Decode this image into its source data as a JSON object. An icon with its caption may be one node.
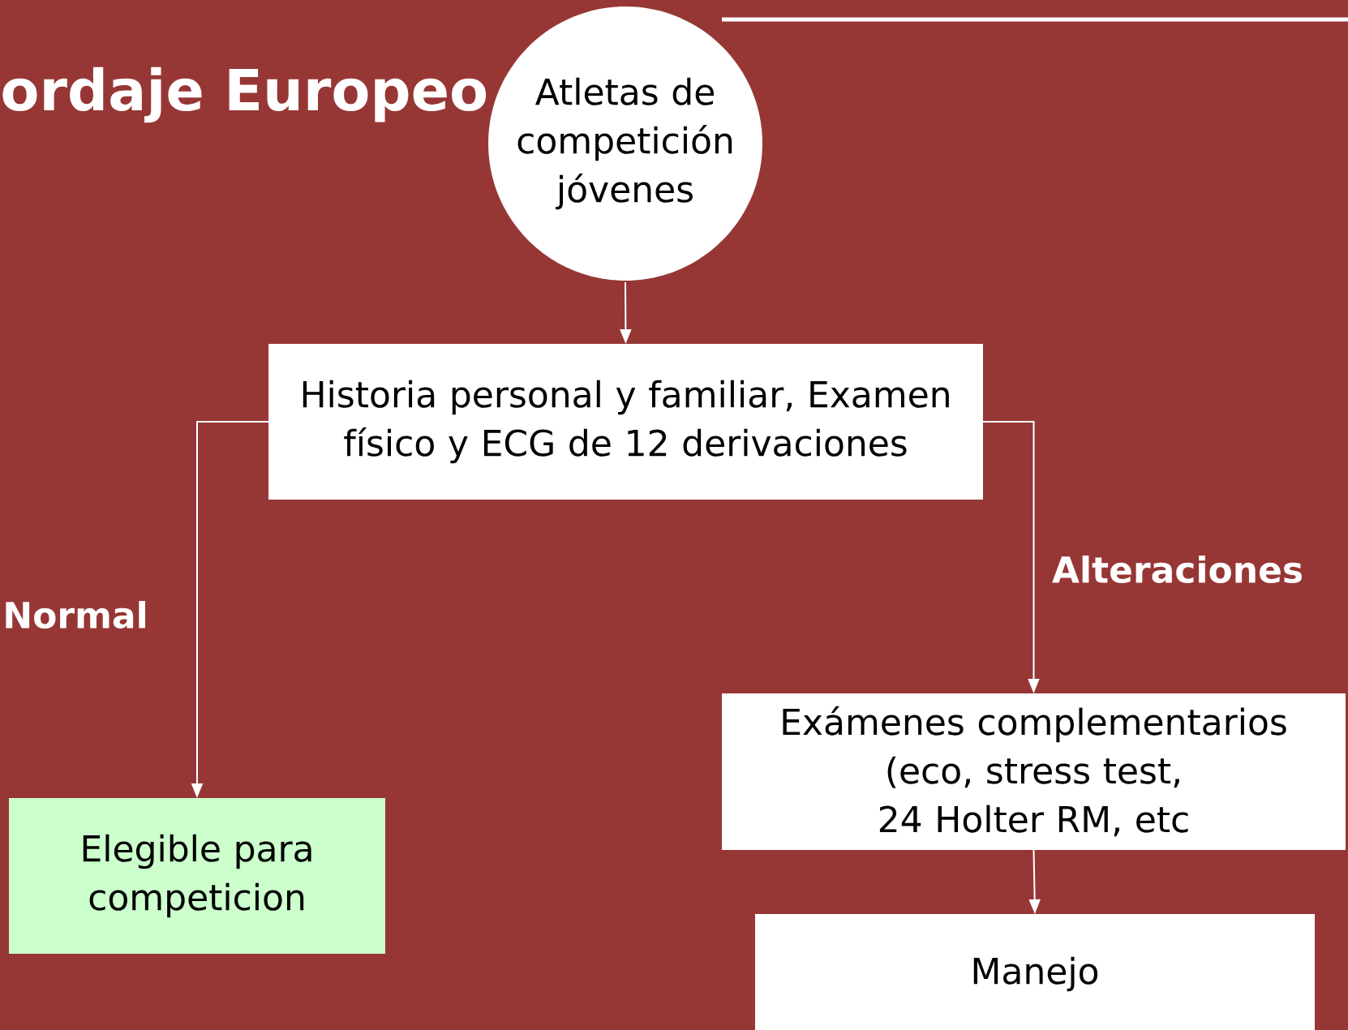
{
  "diagram": {
    "title": "ordaje Europeo",
    "nodes": [
      {
        "text": [
          "Atletas de competición jóvenes"
        ]
      },
      {
        "text": [
          "Historia personal y familiar, Examen físico y ECG de 12 derivaciones"
        ]
      },
      {
        "text": [
          "Elegible para competicion"
        ]
      },
      {
        "text": [
          "Exámenes complementarios (eco, stress test, 24 Holter RM, etc"
        ]
      },
      {
        "text": [
          "Manejo"
        ]
      }
    ],
    "edges": [
      {
        "from": 0,
        "to": 1,
        "arrow": "to"
      },
      {
        "from": 1,
        "to": 2,
        "arrow": "to",
        "label": "Normal"
      },
      {
        "from": 1,
        "to": 3,
        "arrow": "to",
        "label": "Alteraciones"
      },
      {
        "from": 3,
        "to": 4,
        "arrow": "to"
      }
    ]
  }
}
